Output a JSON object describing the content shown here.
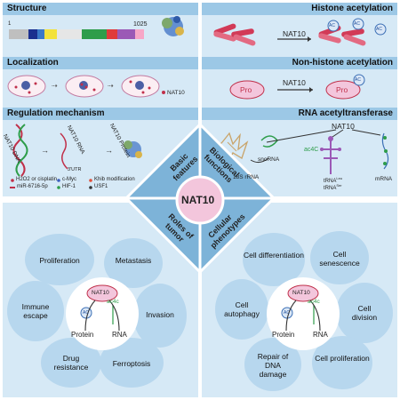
{
  "top_left": {
    "structure": {
      "title": "Structure",
      "start": "1",
      "end": "1025"
    },
    "localization": {
      "title": "Localization",
      "legend": "NAT10"
    },
    "regulation": {
      "title": "Regulation mechanism",
      "labels": [
        "NAT10 DNA",
        "NAT10 RNA",
        "NAT10 Protein",
        "3'UTR"
      ],
      "legend": [
        "H2O2 or cisplatin",
        "c-Myc",
        "Khib modification",
        "miR-6716-5p",
        "HIF-1",
        "USF1"
      ]
    }
  },
  "top_right": {
    "histone": {
      "title": "Histone acetylation",
      "enzyme": "NAT10",
      "mark": "AC"
    },
    "nonhistone": {
      "title": "Non-histone acetylation",
      "enzyme": "NAT10",
      "substrate": "Pro",
      "mark": "AC"
    },
    "rna": {
      "title": "RNA acetyltransferase",
      "enzyme": "NAT10",
      "mod": "ac4C",
      "targets": [
        "18S rRNA",
        "snoRNA",
        "tRNA",
        "tRNA",
        "mRNA"
      ],
      "trna_sup": [
        "Leu",
        "Ser"
      ]
    }
  },
  "center": {
    "hub": "NAT10",
    "quadrants": [
      "Basic features",
      "Biological functions",
      "Roles of tumor",
      "Cellular phenotypes"
    ]
  },
  "tumor": {
    "hub": "NAT10",
    "mark": "AC",
    "mod": "ac4c",
    "left": "Protein",
    "right": "RNA",
    "petals": [
      "Proliferation",
      "Metastasis",
      "Invasion",
      "Ferroptosis",
      "Drug resistance",
      "Immune escape"
    ]
  },
  "cellular": {
    "hub": "NAT10",
    "mark": "AC",
    "mod": "ac4c",
    "left": "Protein",
    "right": "RNA",
    "petals": [
      "Cell senescence",
      "Cell division",
      "Cell proliferation",
      "Repair of DNA damage",
      "Cell autophagy",
      "Cell differentiation"
    ]
  },
  "colors": {
    "panel": "#d6e9f6",
    "header": "#9cc8e6",
    "diamond": "#7db3d8",
    "petal": "#b7d7ee",
    "hub": "#f3c6dc",
    "accent": "#c0304a"
  }
}
